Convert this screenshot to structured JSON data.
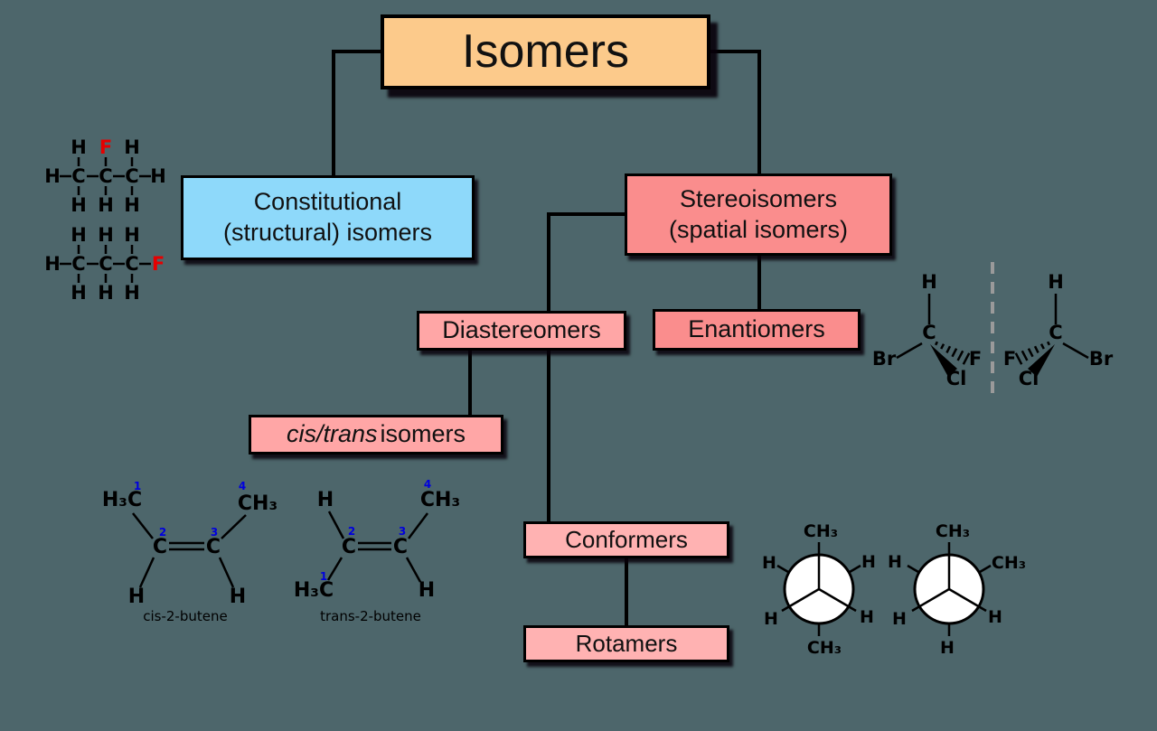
{
  "palette": {
    "background": "#4d666b",
    "header_orange": "#fcca8b",
    "constitutional_blue": "#8ed9fa",
    "salmon": "#fa8d8d",
    "pink": "#ffa6a6",
    "pink_light": "#ffb2b2",
    "atom_red": "#e60000",
    "locant_blue": "#0000dd",
    "mirror_gray": "#9a9a9a"
  },
  "flowchart": {
    "isomers": "Isomers",
    "constitutional_line1": "Constitutional",
    "constitutional_line2": "(structural) isomers",
    "stereo_line1": "Stereoisomers",
    "stereo_line2": "(spatial isomers)",
    "diastereomers": "Diastereomers",
    "enantiomers": "Enantiomers",
    "cistrans_italic": "cis/trans",
    "cistrans_rest": "isomers",
    "conformers": "Conformers",
    "rotamers": "Rotamers"
  },
  "fluoropropane": {
    "iso2": {
      "top": [
        "H",
        "F",
        "H"
      ],
      "mid": [
        "H",
        "C",
        "C",
        "C",
        "H"
      ],
      "bottom": [
        "H",
        "H",
        "H"
      ]
    },
    "iso1": {
      "top": [
        "H",
        "H",
        "H"
      ],
      "mid": [
        "H",
        "C",
        "C",
        "C",
        "F"
      ],
      "bottom": [
        "H",
        "H",
        "H"
      ]
    }
  },
  "enantiomer_left": {
    "top": "H",
    "center": "C",
    "left": "Br",
    "hashed": "F",
    "wedge": "Cl"
  },
  "enantiomer_right": {
    "top": "H",
    "center": "C",
    "hashed": "F",
    "right": "Br",
    "wedge": "Cl"
  },
  "cis_butene": {
    "num1": "1",
    "num2": "2",
    "num3": "3",
    "num4": "4",
    "methyl_left": "H₃C",
    "methyl_right": "CH₃",
    "c_left": "C",
    "c_right": "C",
    "h_left": "H",
    "h_right": "H",
    "caption": "cis-2-butene"
  },
  "trans_butene": {
    "num1": "1",
    "num2": "2",
    "num3": "3",
    "num4": "4",
    "h_top": "H",
    "methyl_top": "CH₃",
    "c_left": "C",
    "c_right": "C",
    "methyl_bottom": "H₃C",
    "h_bottom": "H",
    "caption": "trans-2-butene"
  },
  "newman_anti": {
    "top": "CH₃",
    "upper_left": "H",
    "upper_right": "H",
    "lower_left": "H",
    "lower_right": "H",
    "bottom": "CH₃"
  },
  "newman_gauche": {
    "top": "CH₃",
    "upper_left": "H",
    "upper_right": "CH₃",
    "lower_left": "H",
    "lower_right": "H",
    "bottom": "H"
  }
}
